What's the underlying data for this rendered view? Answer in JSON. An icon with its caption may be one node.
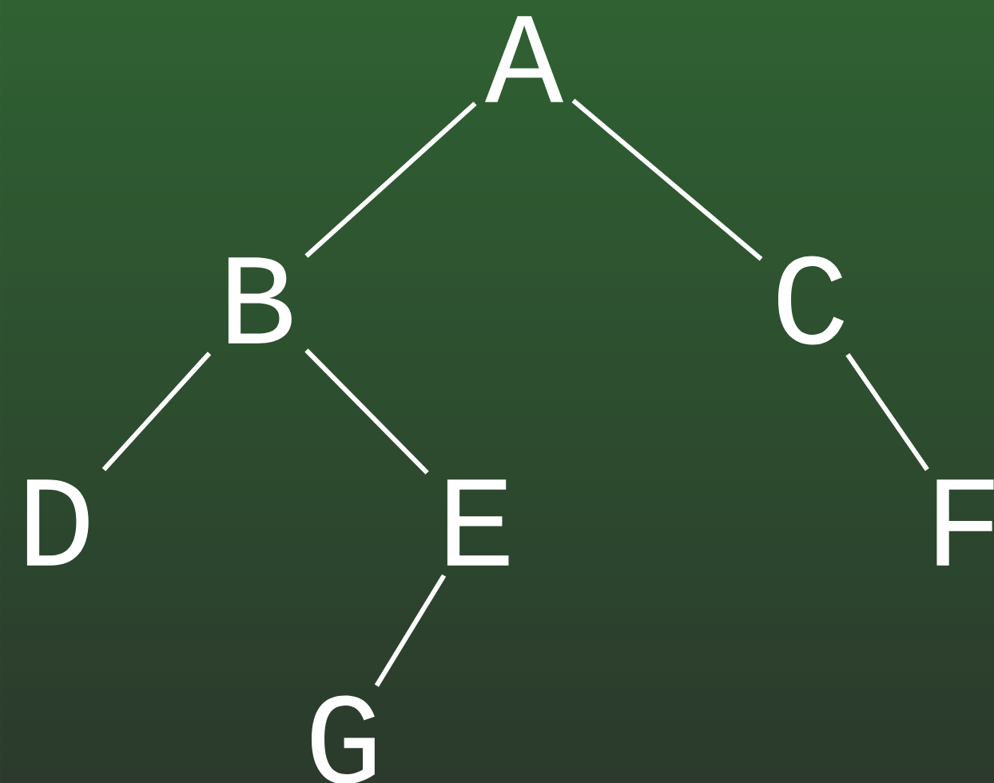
{
  "diagram": {
    "nodes": [
      {
        "text": [
          "A"
        ]
      },
      {
        "text": [
          "B"
        ]
      },
      {
        "text": [
          "C"
        ]
      },
      {
        "text": [
          "D"
        ]
      },
      {
        "text": [
          "E"
        ]
      },
      {
        "text": [
          "F"
        ]
      },
      {
        "text": [
          "G"
        ]
      }
    ],
    "edges": [
      {
        "from": 0,
        "to": 1,
        "arrow": "none"
      },
      {
        "from": 0,
        "to": 2,
        "arrow": "none"
      },
      {
        "from": 1,
        "to": 3,
        "arrow": "none"
      },
      {
        "from": 1,
        "to": 4,
        "arrow": "none"
      },
      {
        "from": 2,
        "to": 5,
        "arrow": "none"
      },
      {
        "from": 4,
        "to": 6,
        "arrow": "none"
      }
    ]
  }
}
